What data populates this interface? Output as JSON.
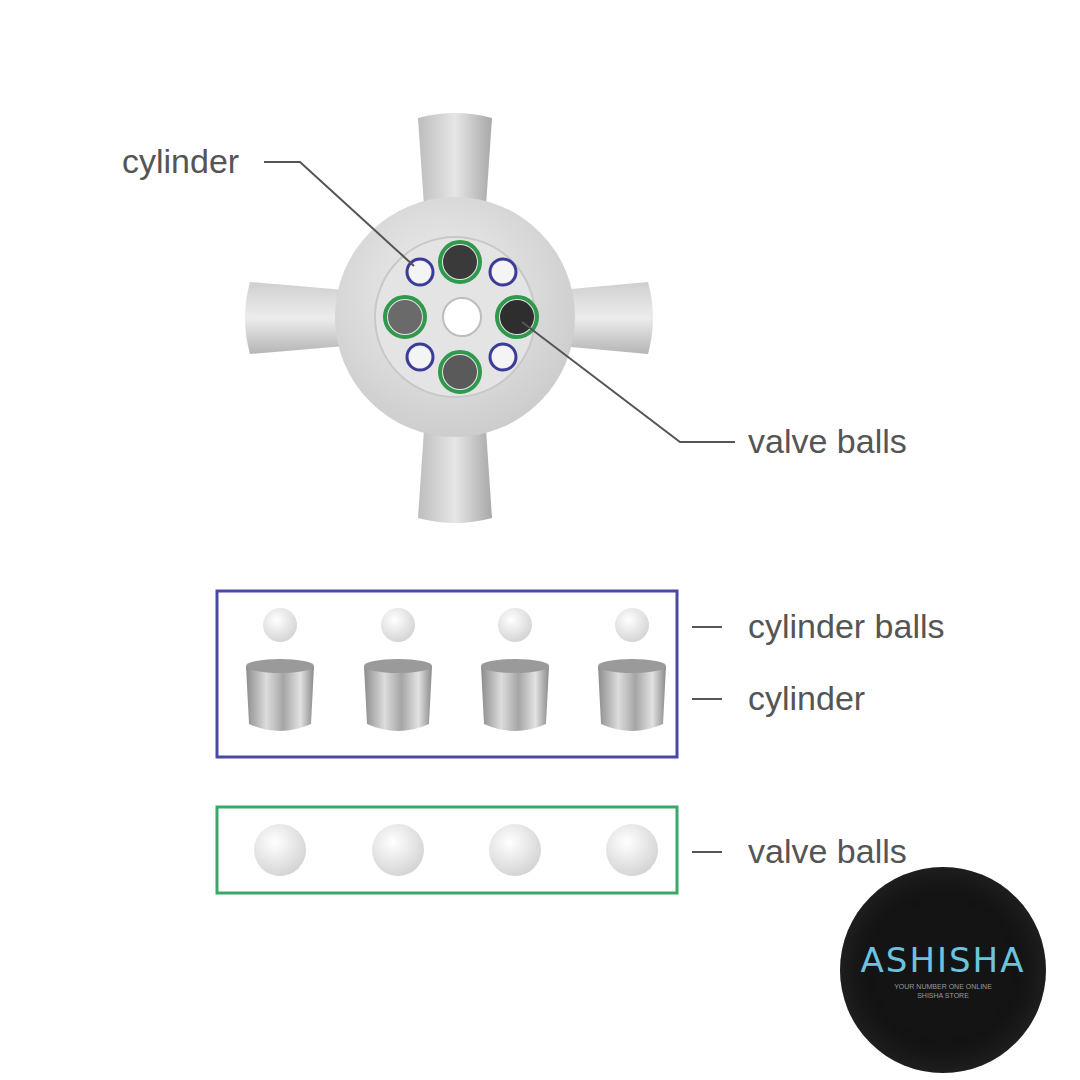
{
  "diagram": {
    "nodes": [
      {
        "text": [
          "ASHISHA",
          "YOUR NUMBER ONE ONLINE SHISHA STORE"
        ]
      }
    ],
    "labels": [
      "cylinder",
      "valve balls",
      "cylinder balls",
      "cylinder",
      "valve balls"
    ]
  }
}
